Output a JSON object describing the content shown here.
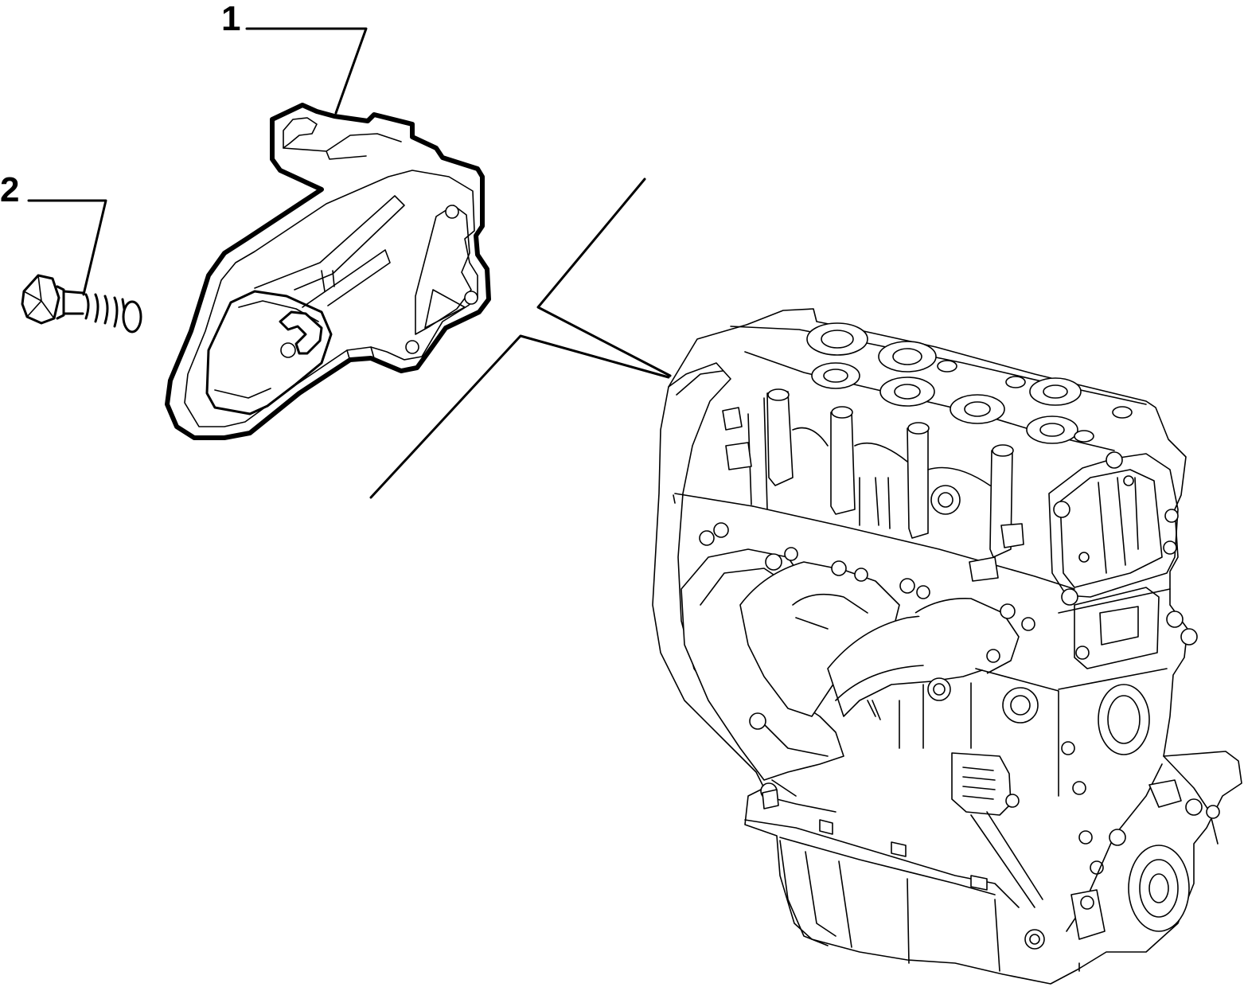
{
  "callouts": [
    {
      "label": "1",
      "part": "engine-mount-bracket"
    },
    {
      "label": "2",
      "part": "flange-bolt"
    }
  ]
}
